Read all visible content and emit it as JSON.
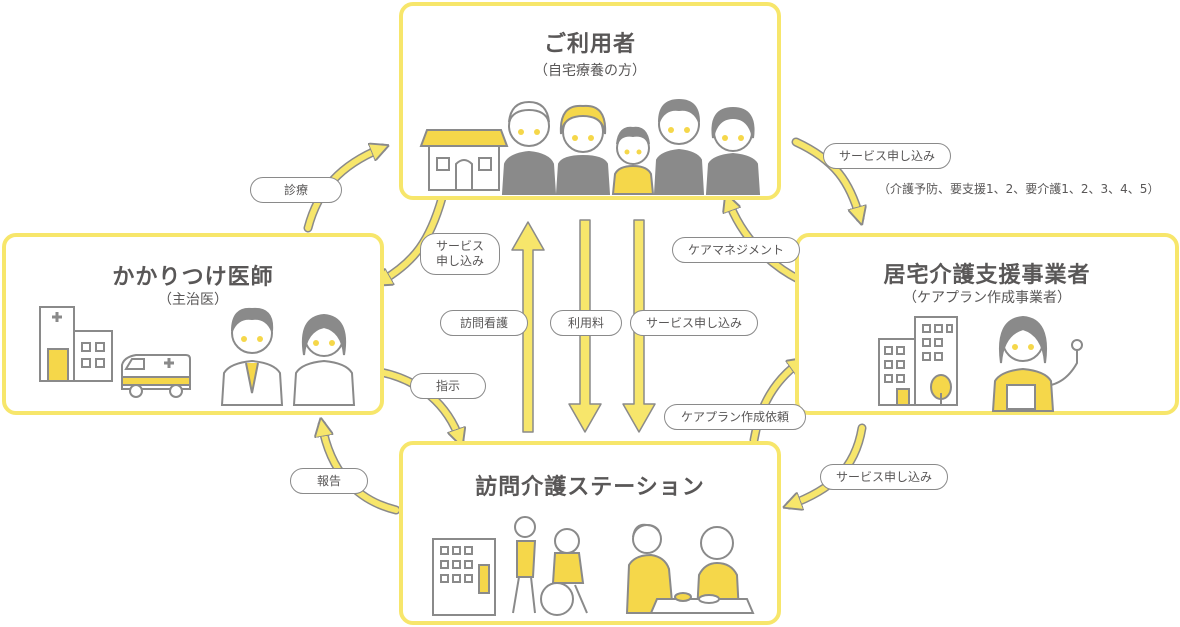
{
  "colors": {
    "accent": "#f7e66b",
    "outline": "#8a8a8a",
    "text": "#595757",
    "fill": "#f5d74a"
  },
  "user_box": {
    "title": "ご利用者",
    "subtitle": "（自宅療養の方）"
  },
  "doctor_box": {
    "title": "かかりつけ医師",
    "subtitle": "（主治医）"
  },
  "care_manager_box": {
    "title": "居宅介護支援事業者",
    "subtitle": "（ケアプラン作成事業者）"
  },
  "station_box": {
    "title": "訪問介護ステーション"
  },
  "labels": {
    "shinryo": "診療",
    "service_apply_left": "サービス\n申し込み",
    "service_apply_right_top": "サービス申し込み",
    "care_level_note": "（介護予防、要支援1、2、要介護1、2、3、4、5）",
    "care_management": "ケアマネジメント",
    "homon_kango": "訪問看護",
    "riyoryo": "利用料",
    "service_apply_center": "サービス申し込み",
    "shiji": "指示",
    "careplan_request": "ケアプラン作成依頼",
    "service_apply_bottom": "サービス申し込み",
    "hokoku": "報告"
  },
  "icons": [
    "house-icon",
    "family-icon",
    "hospital-icon",
    "ambulance-icon",
    "doctors-icon",
    "office-building-icon",
    "care-manager-icon",
    "station-building-icon",
    "wheelchair-care-icon",
    "meal-care-icon"
  ]
}
